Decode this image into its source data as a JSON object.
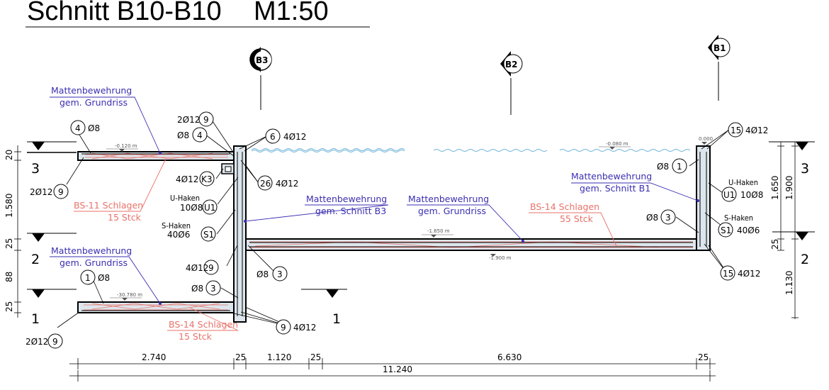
{
  "title": "Schnitt B10-B10",
  "scale": "M1:50",
  "sections": {
    "b3": "B3",
    "b2": "B2",
    "b1": "B1"
  },
  "axes": {
    "left_3": "3",
    "left_2": "2",
    "left_1": "1",
    "mid_1": "1",
    "right_3": "3",
    "right_2": "2"
  },
  "levels": {
    "top_left": "-0.120 m",
    "top_right_water": "-0.080 m",
    "top_right_wall": "0.000",
    "slab_top": "-1.650 m",
    "slab_bottom": "-1.900 m",
    "bottom_left": "-30.780 m"
  },
  "dims_left": {
    "d1": "20",
    "d2": "1.580",
    "d3": "25",
    "d4": "88",
    "d5": "25"
  },
  "dims_right": {
    "d1": "1.650",
    "d2": "1.900",
    "d3": "25",
    "d4": "1.130"
  },
  "dims_bottom": {
    "d1": "2.740",
    "d2": "25",
    "d3": "1.120",
    "d4": "25",
    "d5": "6.630",
    "d6": "25",
    "total": "11.240"
  },
  "blue_notes": {
    "n1_l1": "Mattenbewehrung",
    "n1_l2": "gem. Grundriss",
    "n2_l1": "Mattenbewehrung",
    "n2_l2": "gem. Grundriss",
    "n3_l1": "Mattenbewehrung",
    "n3_l2": "gem. Schnitt B3",
    "n4_l1": "Mattenbewehrung",
    "n4_l2": "gem. Grundriss",
    "n5_l1": "Mattenbewehrung",
    "n5_l2": "gem. Schnitt B1"
  },
  "red_notes": {
    "r1_l1": "BS-11 Schlagen",
    "r1_l2": "15 Stck",
    "r2_l1": "BS-14 Schlagen",
    "r2_l2": "15 Stck",
    "r3_l1": "BS-14 Schlagen",
    "r3_l2": "55 Stck"
  },
  "bars": {
    "c4_num": "4",
    "c4_txt": "Ø8",
    "c9a_pre": "2Ø12",
    "c9a_num": "9",
    "c9b_pre": "2Ø12",
    "c9b_num": "9",
    "c4b_pre": "Ø8",
    "c4b_num": "4",
    "c6_num": "6",
    "c6_txt": "4Ø12",
    "ck3_pre": "4Ø12",
    "ck3_num": "K3",
    "c26_num": "26",
    "c26_txt": "4Ø12",
    "cu1_l1": "U-Haken",
    "cu1_pre": "10Ø8",
    "cu1_num": "U1",
    "cs1_l1": "S-Haken",
    "cs1_pre": "40Ø6",
    "cs1_num": "S1",
    "c9c_pre": "4Ø12",
    "c9c_num": "9",
    "c3a_pre": "Ø8",
    "c3a_num": "3",
    "c3b_pre": "Ø8",
    "c3b_num": "3",
    "c1a_num": "1",
    "c1a_txt": "Ø8",
    "c9d_num": "9",
    "c9d_txt": "4Ø12",
    "c9e_pre": "2Ø12",
    "c9e_num": "9",
    "c15a_num": "15",
    "c15a_txt": "4Ø12",
    "c1b_pre": "Ø8",
    "c1b_num": "1",
    "cu1r_l1": "U-Haken",
    "cu1r_num": "U1",
    "cu1r_txt": "10Ø8",
    "cs1r_l1": "S-Haken",
    "cs1r_num": "S1",
    "cs1r_txt": "40Ø6",
    "c3r_pre": "Ø8",
    "c3r_num": "3",
    "c15b_num": "15",
    "c15b_txt": "4Ø12"
  },
  "colors": {
    "blue": "#3a2fb0",
    "red": "#e8726a",
    "concrete": "#dde6ec",
    "water": "#6fb3d8"
  }
}
